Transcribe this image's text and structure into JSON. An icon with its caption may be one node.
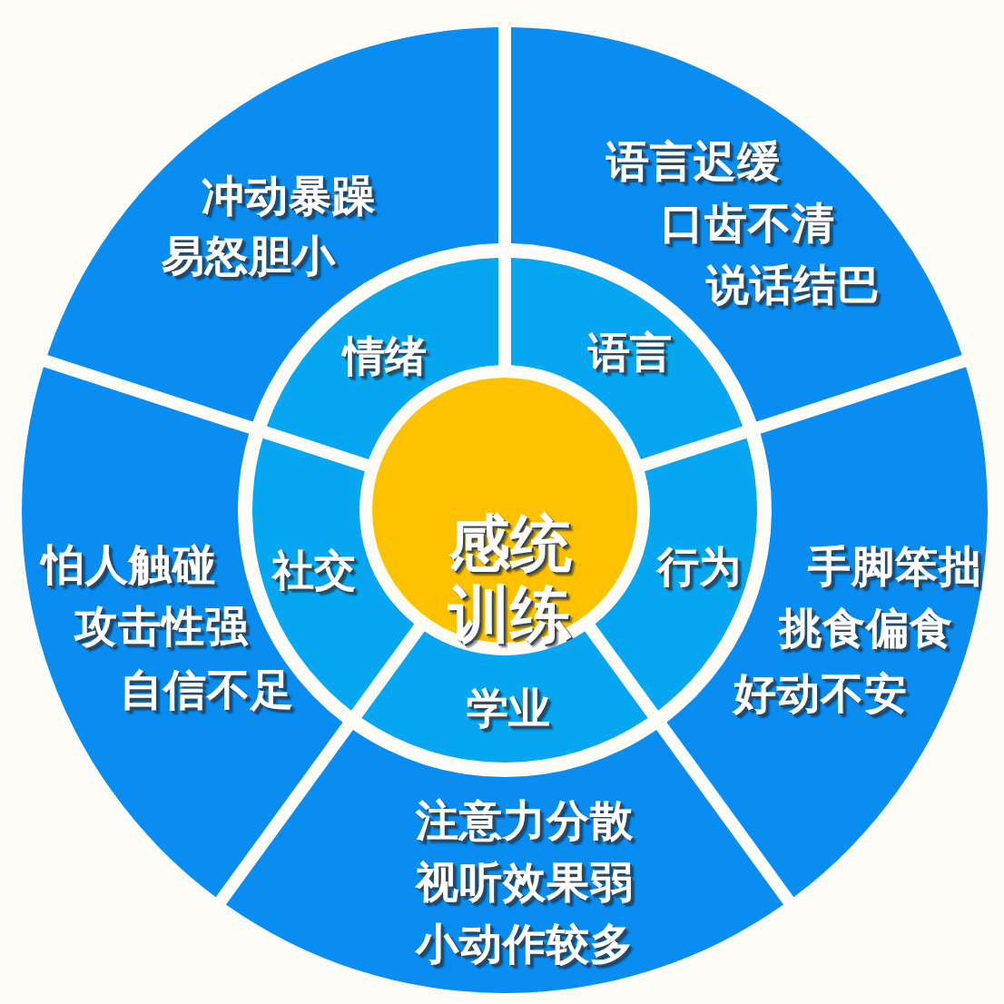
{
  "diagram": {
    "nodes": [
      {
        "text": [
          "感统训练"
        ]
      },
      {
        "text": [
          "情绪"
        ]
      },
      {
        "text": [
          "语言"
        ]
      },
      {
        "text": [
          "行为"
        ]
      },
      {
        "text": [
          "学业"
        ]
      },
      {
        "text": [
          "社交"
        ]
      },
      {
        "text": [
          "冲动暴躁",
          "易怒胆小"
        ]
      },
      {
        "text": [
          "语言迟缓",
          "口齿不清",
          "说话结巴"
        ]
      },
      {
        "text": [
          "手脚笨拙",
          "挑食偏食",
          "好动不安"
        ]
      },
      {
        "text": [
          "注意力分散",
          "视听效果弱",
          "小动作较多"
        ]
      },
      {
        "text": [
          "怕人触碰",
          "攻击性强",
          "自信不足"
        ]
      }
    ],
    "edges": []
  }
}
